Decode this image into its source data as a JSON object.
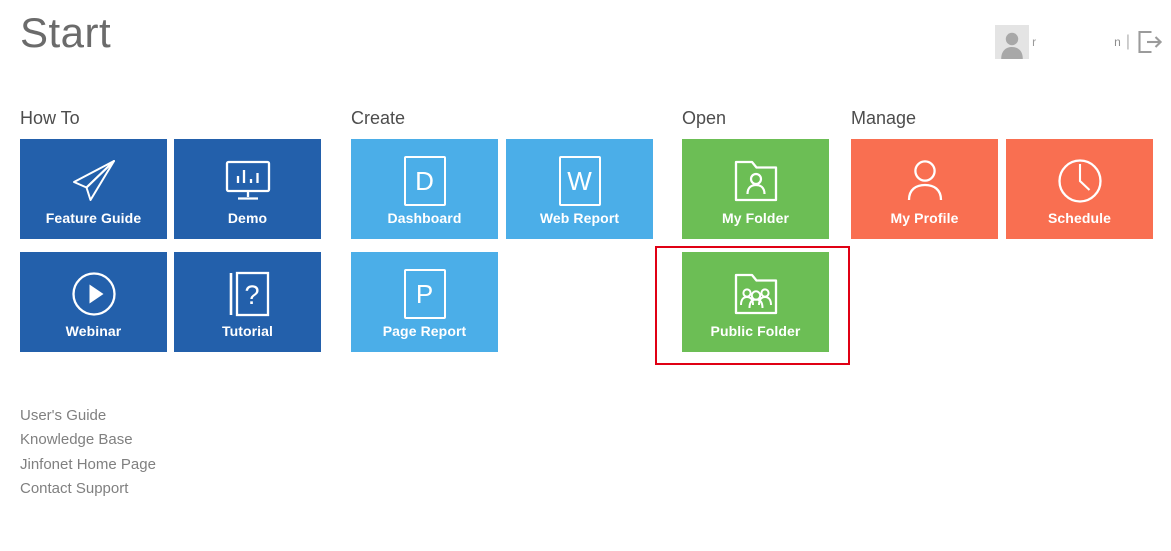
{
  "header": {
    "title": "Start",
    "avatar_icon": "user-avatar-icon",
    "user_name": "r",
    "session_label": "n",
    "divider": "|",
    "logout_icon": "logout-icon"
  },
  "sections": [
    {
      "id": "how-to",
      "title": "How To",
      "color": "#2360AB",
      "tiles": [
        {
          "id": "feature-guide",
          "label": "Feature Guide",
          "icon": "paper-plane-icon"
        },
        {
          "id": "demo",
          "label": "Demo",
          "icon": "monitor-chart-icon"
        },
        {
          "id": "webinar",
          "label": "Webinar",
          "icon": "play-circle-icon"
        },
        {
          "id": "tutorial",
          "label": "Tutorial",
          "icon": "book-question-icon"
        }
      ]
    },
    {
      "id": "create",
      "title": "Create",
      "color": "#4BAEE8",
      "tiles": [
        {
          "id": "dashboard",
          "label": "Dashboard",
          "icon": "letter-d-icon",
          "letter": "D"
        },
        {
          "id": "web-report",
          "label": "Web Report",
          "icon": "letter-w-icon",
          "letter": "W"
        },
        {
          "id": "page-report",
          "label": "Page Report",
          "icon": "letter-p-icon",
          "letter": "P"
        }
      ]
    },
    {
      "id": "open",
      "title": "Open",
      "color": "#6CBE55",
      "tiles": [
        {
          "id": "my-folder",
          "label": "My Folder",
          "icon": "folder-user-icon"
        },
        {
          "id": "public-folder",
          "label": "Public Folder",
          "icon": "folder-group-icon",
          "highlighted": true
        }
      ]
    },
    {
      "id": "manage",
      "title": "Manage",
      "color": "#F96F51",
      "tiles": [
        {
          "id": "my-profile",
          "label": "My Profile",
          "icon": "person-icon"
        },
        {
          "id": "schedule",
          "label": "Schedule",
          "icon": "clock-icon"
        }
      ]
    }
  ],
  "footer_links": [
    {
      "id": "users-guide",
      "label": "User's Guide"
    },
    {
      "id": "knowledge-base",
      "label": "Knowledge Base"
    },
    {
      "id": "jinfonet-home-page",
      "label": "Jinfonet Home Page"
    },
    {
      "id": "contact-support",
      "label": "Contact Support"
    }
  ],
  "highlight": {
    "color": "#e00014",
    "target": "public-folder"
  }
}
